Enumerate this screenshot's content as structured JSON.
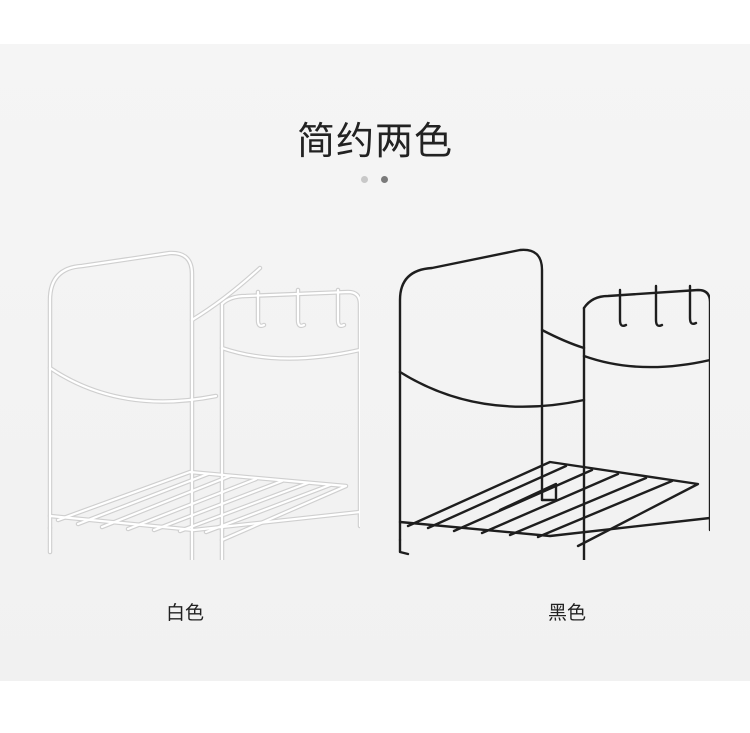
{
  "title": "简约两色",
  "carousel": {
    "dot_inactive_color": "#c8c8c8",
    "dot_active_color": "#7a7a7a"
  },
  "products": [
    {
      "label": "白色",
      "wire_color": "#ffffff",
      "outline_color": "#cfcfcf"
    },
    {
      "label": "黑色",
      "wire_color": "#1e1e1e",
      "outline_color": "#1e1e1e"
    }
  ]
}
